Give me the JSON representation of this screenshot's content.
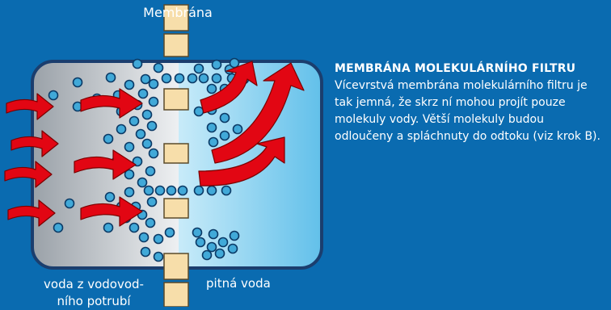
{
  "labels": {
    "membrane": "Membrána",
    "left_side": "voda z vodovod-\nního potrubí",
    "right_side": "pitná voda"
  },
  "description": {
    "title": "MEMBRÁNA MOLEKULÁRNÍHO FILTRU",
    "body": "Vícevrstvá membrána molekulárního filtru je tak jemná, že skrz ní mohou projít pouze molekuly vody. Větší molekuly budou odloučeny a spláchnuty do odtoku (viz krok B)."
  },
  "colors": {
    "background": "#0a6bb0",
    "tank_left_gradient": [
      "#9aa1a8",
      "#eef0f2"
    ],
    "tank_right_gradient": [
      "#bfe6f7",
      "#62c0ea"
    ],
    "membrane_block": "#f7deaa",
    "molecule": "#41a9d8",
    "arrow": "#e20613"
  }
}
